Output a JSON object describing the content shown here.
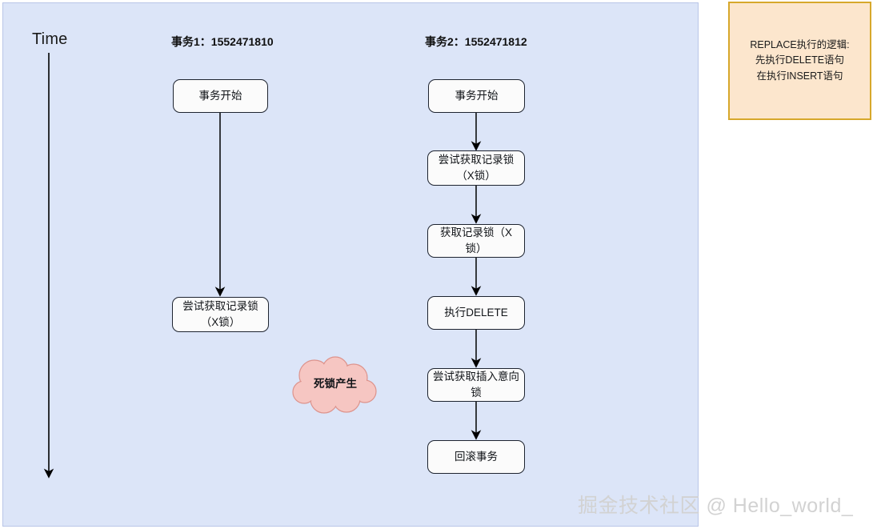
{
  "lane": {
    "time_label": "Time",
    "background_color": "#dce5f8"
  },
  "columns": [
    {
      "id": "txn1",
      "title": "事务1：",
      "xid": "1552471810",
      "nodes": [
        {
          "label": "事务开始"
        },
        {
          "label": "尝试获取记录锁（X锁）"
        }
      ]
    },
    {
      "id": "txn2",
      "title": "事务2：",
      "xid": "1552471812",
      "nodes": [
        {
          "label": "事务开始"
        },
        {
          "label": "尝试获取记录锁（X锁）"
        },
        {
          "label": "获取记录锁（X锁）"
        },
        {
          "label": "执行DELETE"
        },
        {
          "label": "尝试获取插入意向锁"
        },
        {
          "label": "回滚事务"
        }
      ]
    }
  ],
  "deadlock": {
    "label": "死锁产生",
    "fill_color": "#f6c6c2",
    "stroke_color": "#d98d86"
  },
  "note": {
    "text": "REPLACE执行的逻辑:\n先执行DELETE语句\n在执行INSERT语句",
    "fill_color": "#fce6cd",
    "border_color": "#d7a82b"
  },
  "watermark": {
    "text": "掘金技术社区 @ Hello_world_",
    "color": "#d2d2d2"
  }
}
